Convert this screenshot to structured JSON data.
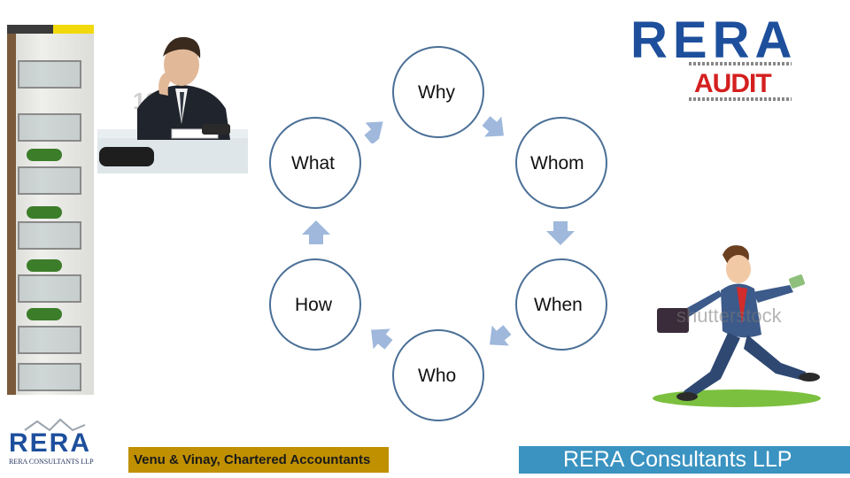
{
  "diagram": {
    "nodes": {
      "why": "Why",
      "what": "What",
      "whom": "Whom",
      "how": "How",
      "when": "When",
      "who": "Who"
    },
    "colors": {
      "circle_border": "#4a6f96",
      "arrow_fill": "#9fb8dc"
    }
  },
  "logos": {
    "top_right_title": "RERA",
    "top_right_subtitle": "AUDIT",
    "bottom_left_title": "RERA",
    "bottom_left_subtitle": "RERA CONSULTANTS LLP"
  },
  "watermarks": {
    "right": "shutterstock",
    "desk": "123RF"
  },
  "footer": {
    "left_text": "Venu & Vinay, Chartered Accountants",
    "right_text": "RERA Consultants LLP",
    "colors": {
      "left_bg": "#c09000",
      "right_bg": "#3a93c1"
    }
  }
}
